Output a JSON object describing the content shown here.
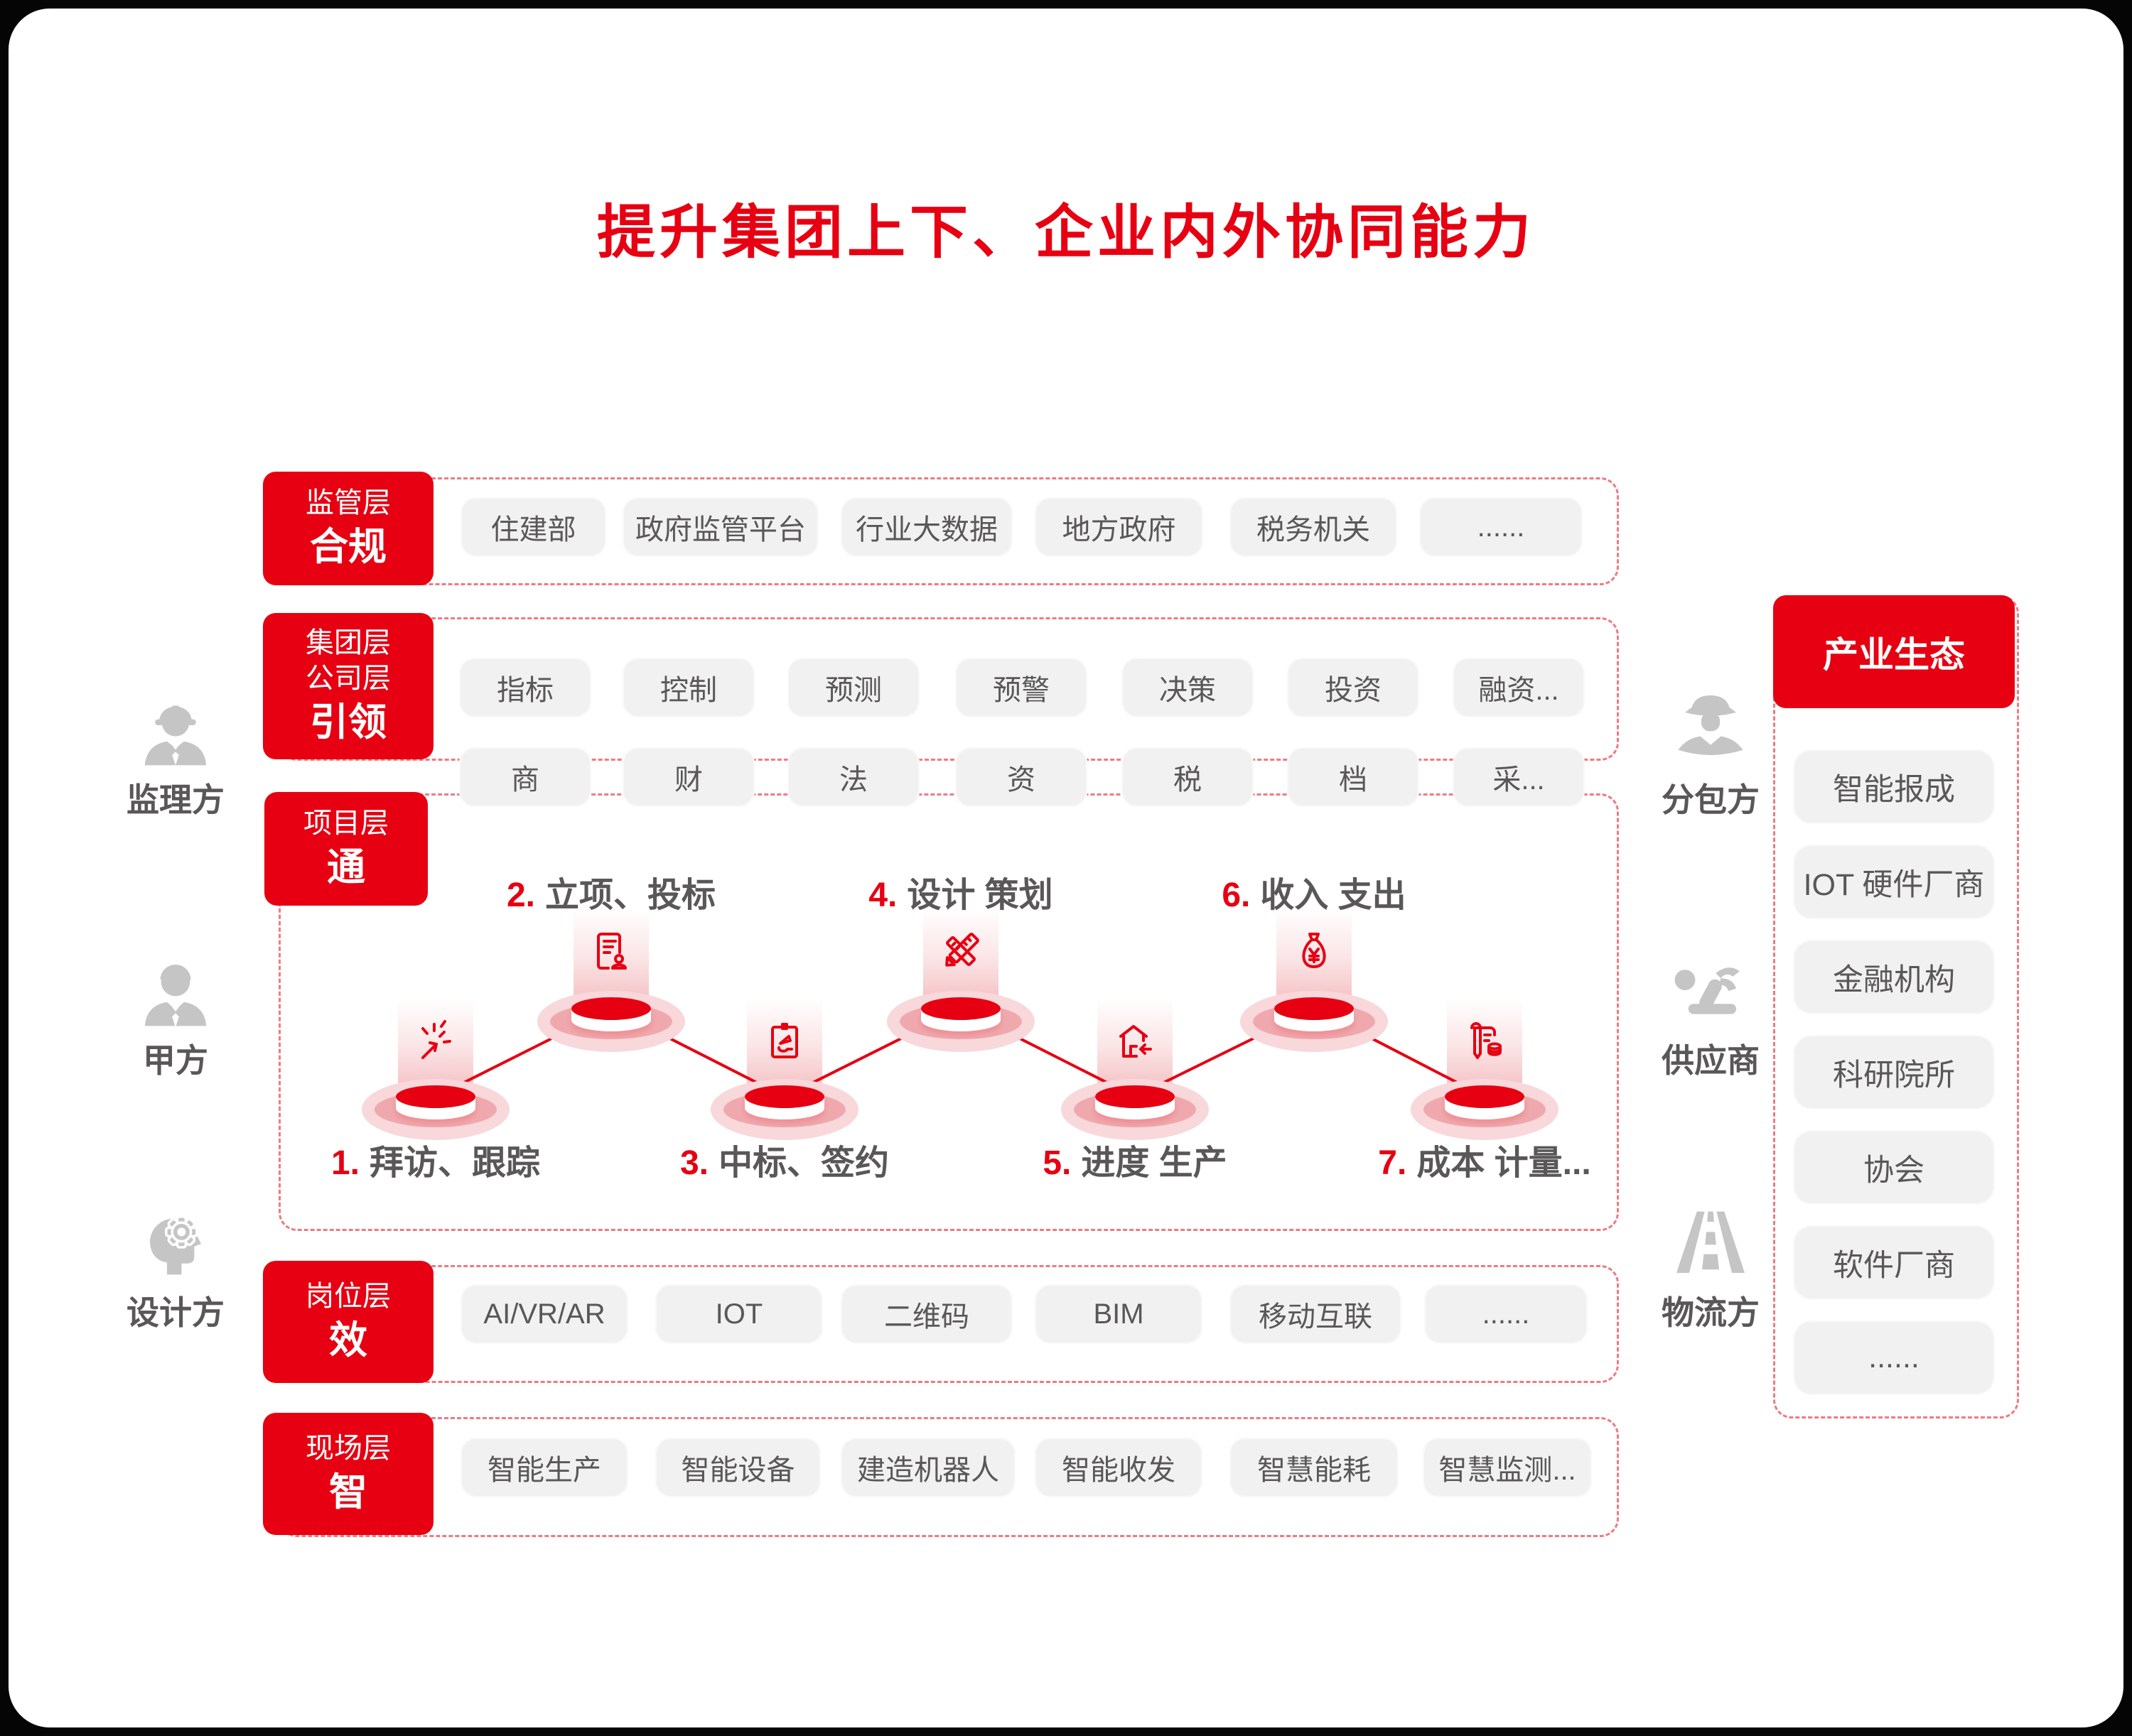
{
  "title": "提升集团上下、企业内外协同能力",
  "colors": {
    "accent": "#e60012",
    "pill_bg": "#f1f1f2",
    "text_gray": "#595757",
    "icon_gray": "#c5c5c5"
  },
  "layers": {
    "regulatory": {
      "name": "监管层",
      "keyword": "合规",
      "items": [
        "住建部",
        "政府监管平台",
        "行业大数据",
        "地方政府",
        "税务机关",
        "......"
      ]
    },
    "group": {
      "name_line1": "集团层",
      "name_line2": "公司层",
      "keyword": "引领",
      "items": [
        "指标",
        "控制",
        "预测",
        "预警",
        "决策",
        "投资",
        "融资..."
      ]
    },
    "domains": {
      "items": [
        "商",
        "财",
        "法",
        "资",
        "税",
        "档",
        "采..."
      ]
    },
    "project": {
      "name": "项目层",
      "keyword": "通",
      "steps": [
        {
          "num": "1.",
          "label": "拜访、跟踪",
          "icon": "click-icon"
        },
        {
          "num": "2.",
          "label": "立项、投标",
          "icon": "proposal-document-icon"
        },
        {
          "num": "3.",
          "label": "中标、签约",
          "icon": "contract-sign-icon"
        },
        {
          "num": "4.",
          "label": "设计 策划",
          "icon": "design-tools-icon"
        },
        {
          "num": "5.",
          "label": "进度 生产",
          "icon": "construction-progress-icon"
        },
        {
          "num": "6.",
          "label": "收入 支出",
          "icon": "money-bag-icon"
        },
        {
          "num": "7.",
          "label": "成本 计量...",
          "icon": "cost-receipt-icon"
        }
      ]
    },
    "position": {
      "name": "岗位层",
      "keyword": "效",
      "items": [
        "AI/VR/AR",
        "IOT",
        "二维码",
        "BIM",
        "移动互联",
        "......"
      ]
    },
    "site": {
      "name": "现场层",
      "keyword": "智",
      "items": [
        "智能生产",
        "智能设备",
        "建造机器人",
        "智能收发",
        "智慧能耗",
        "智慧监测..."
      ]
    }
  },
  "parties": {
    "left": [
      {
        "label": "监理方",
        "icon": "supervisor-icon"
      },
      {
        "label": "甲方",
        "icon": "owner-icon"
      },
      {
        "label": "设计方",
        "icon": "designer-icon"
      }
    ],
    "right": [
      {
        "label": "分包方",
        "icon": "subcontractor-icon"
      },
      {
        "label": "供应商",
        "icon": "supplier-icon"
      },
      {
        "label": "物流方",
        "icon": "logistics-icon"
      }
    ]
  },
  "ecosystem": {
    "title": "产业生态",
    "items": [
      "智能报成",
      "IOT 硬件厂商",
      "金融机构",
      "科研院所",
      "协会",
      "软件厂商",
      "......"
    ]
  }
}
